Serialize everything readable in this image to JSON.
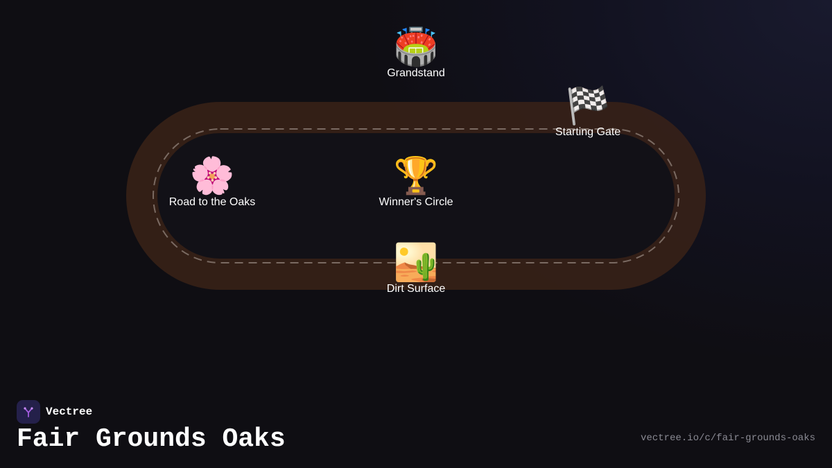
{
  "brand": {
    "name": "Vectree",
    "logo_icon": "tree-branch-icon"
  },
  "title": "Fair Grounds Oaks",
  "url": "vectree.io/c/fair-grounds-oaks",
  "colors": {
    "track": "#3a2218",
    "lane_dash": "#7a6a62",
    "logo_bg": "#24204a",
    "logo_accent": "#a45de0",
    "url_text": "#8a8a93"
  },
  "nodes": [
    {
      "id": "grandstand",
      "emoji": "🏟️",
      "icon": "stadium-icon",
      "label": "Grandstand"
    },
    {
      "id": "starting-gate",
      "emoji": "🏁",
      "icon": "checkered-flag-icon",
      "label": "Starting Gate"
    },
    {
      "id": "road-to-oaks",
      "emoji": "🌸",
      "icon": "cherry-blossom-icon",
      "label": "Road to the Oaks"
    },
    {
      "id": "winners-circle",
      "emoji": "🏆",
      "icon": "trophy-icon",
      "label": "Winner's Circle"
    },
    {
      "id": "dirt-surface",
      "emoji": "🏜️",
      "icon": "desert-icon",
      "label": "Dirt Surface"
    }
  ]
}
